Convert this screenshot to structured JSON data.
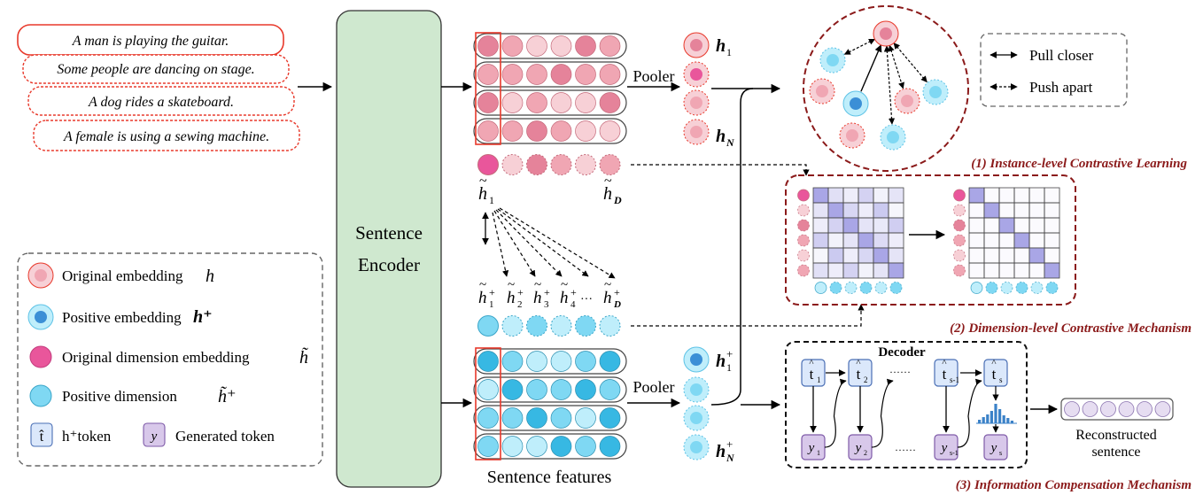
{
  "input_sentences": [
    "A man is playing the guitar.",
    "Some people are dancing on stage.",
    "A dog rides a skateboard.",
    "A female is using a sewing machine."
  ],
  "encoder": {
    "line1": "Sentence",
    "line2": "Encoder"
  },
  "pooler_label": "Pooler",
  "features_label": "Sentence features",
  "pooled_labels": {
    "h1": "h",
    "h1_sub": "1",
    "hN": "h",
    "hN_sub": "N",
    "hp1": "h",
    "hp1_sub": "1",
    "hpN": "h",
    "hpN_sub": "N",
    "plus": "+"
  },
  "dim_labels": {
    "h1": "h",
    "h1_sub": "1",
    "hD": "h",
    "hD_sub": "D",
    "ellipsis": "···"
  },
  "dim_pos_labels": [
    "1",
    "2",
    "3",
    "4"
  ],
  "pull_push": {
    "pull": "Pull closer",
    "push": "Push apart"
  },
  "captions": {
    "instance": "(1) Instance-level Contrastive Learning",
    "dimension": "(2) Dimension-level Contrastive Mechanism",
    "information": "(3) Information Compensation Mechanism"
  },
  "decoder": {
    "title": "Decoder",
    "tokens": [
      "t",
      "t",
      "t",
      "t"
    ],
    "token_subs": [
      "1",
      "2",
      "s-1",
      "s"
    ],
    "outputs": [
      "y",
      "y",
      "y",
      "y"
    ],
    "output_subs": [
      "1",
      "2",
      "s-1",
      "s"
    ],
    "dots": "······",
    "reconstructed": [
      "Reconstructed",
      "sentence"
    ]
  },
  "legend": [
    {
      "text": "Original embedding",
      "sym": "h"
    },
    {
      "text": "Positive embedding",
      "sym": "h⁺"
    },
    {
      "text": "Original dimension embedding",
      "sym": "h̃"
    },
    {
      "text": "Positive dimension",
      "sym": "h̃⁺"
    }
  ],
  "legend_tokens": {
    "t_label": "h⁺token",
    "t_glyph": "t̂",
    "y_glyph": "y",
    "y_label": "Generated token"
  },
  "colors": {
    "red": "#e8392b",
    "darkred": "#8b1a1a",
    "green": "#cfe8cf",
    "pink_light": "#f7d0d6",
    "pink_mid": "#f0a6b3",
    "pink_dark": "#e5839a",
    "pink_strong": "#e9569b",
    "cyan_light": "#bfeefb",
    "cyan_mid": "#7fd8f3",
    "cyan_dark": "#37b8e3",
    "blue_dot": "#3b8fd6",
    "matrix_fill": "#a9a6e6",
    "token_blue": "#dbe8fb",
    "token_purple": "#d8c8ea"
  }
}
